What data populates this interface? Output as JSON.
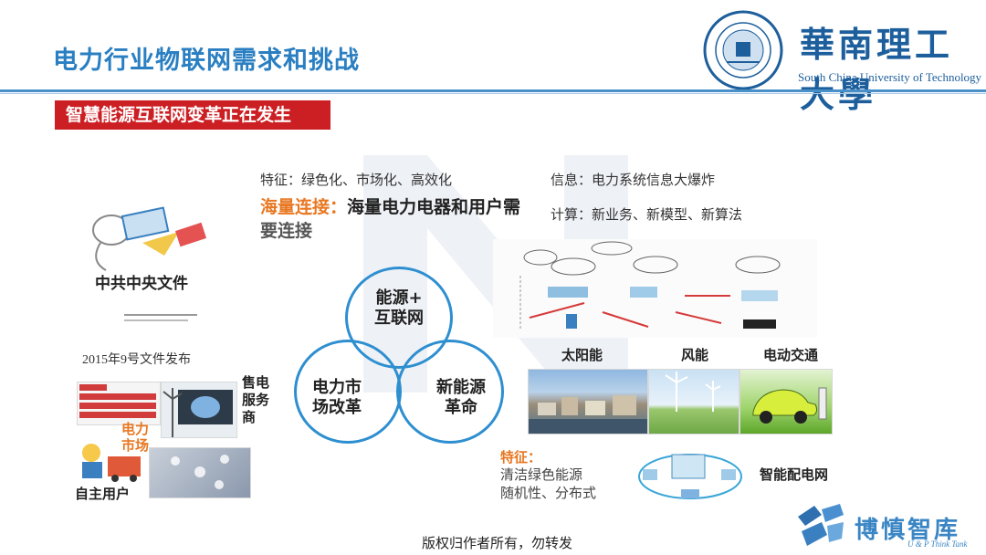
{
  "header": {
    "title": "电力行业物联网需求和挑战",
    "university_cn": "華南理工大學",
    "university_en": "South China University of Technology"
  },
  "badge": "智慧能源互联网变革正在发生",
  "top": {
    "feature": "特征：绿色化、市场化、高效化",
    "info": "信息：电力系统信息大爆炸",
    "compute": "计算：新业务、新模型、新算法",
    "massive_label": "海量连接：",
    "massive_main": "海量电力电器和用户需",
    "massive_tail": "要连接"
  },
  "venn": {
    "top": [
      "能源+",
      "互联网"
    ],
    "left": [
      "电力市",
      "场改革"
    ],
    "right": [
      "新能源",
      "革命"
    ]
  },
  "left": {
    "doc_title": "中共中央文件",
    "doc_caption": "2015年9号文件发布",
    "sale_service": [
      "售电",
      "服务",
      "商"
    ],
    "market": [
      "电力",
      "市场"
    ],
    "users": "自主用户"
  },
  "right": {
    "solar": "太阳能",
    "wind": "风能",
    "ev": "电动交通",
    "feature_title": "特征：",
    "feature_lines": [
      "清洁绿色能源",
      "随机性、分布式"
    ],
    "smart_grid": "智能配电网"
  },
  "footer": "版权归作者所有，勿转发",
  "logo": {
    "cn": "博慎智库",
    "en": "U & P Think Tank"
  },
  "colors": {
    "title": "#2a7fc2",
    "badge": "#cc1f24",
    "accent_orange": "#e87722",
    "circle": "#2e8fd0"
  }
}
